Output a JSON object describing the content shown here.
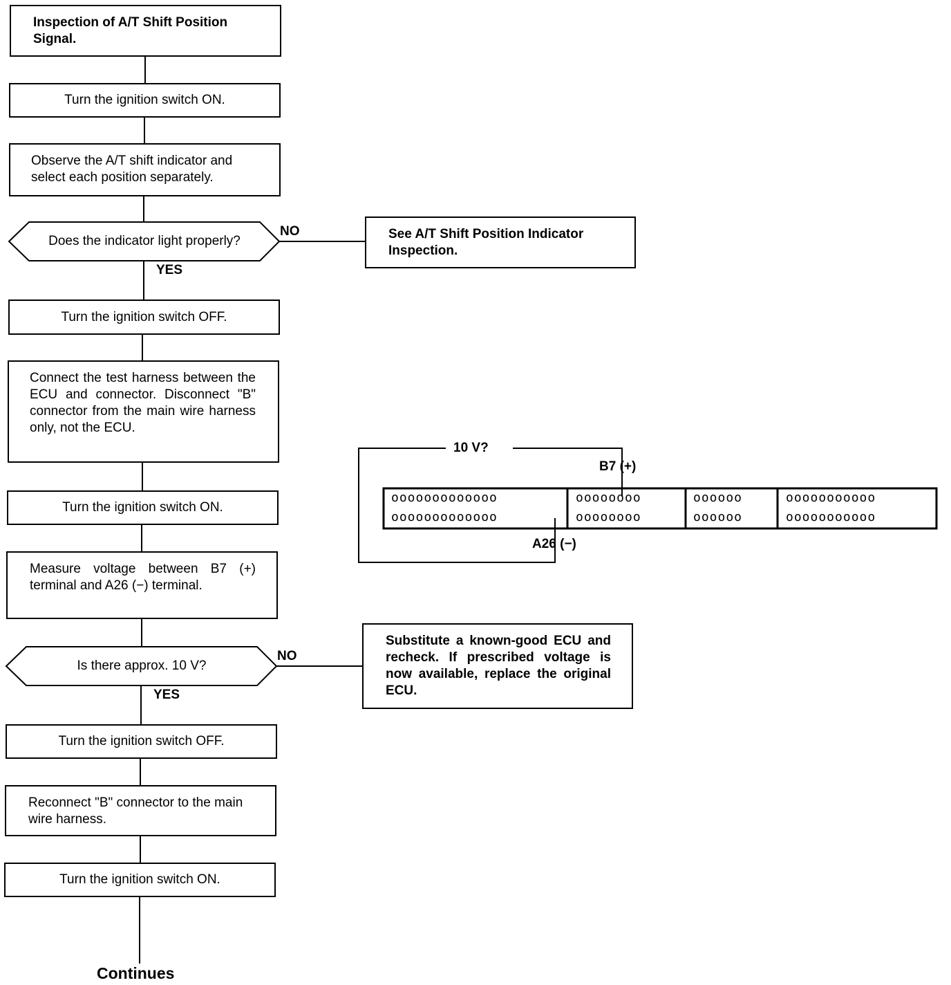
{
  "steps": {
    "s1": "Inspection of A/T Shift Position Signal.",
    "s2": "Turn the ignition switch ON.",
    "s3": "Observe the A/T shift indicator and select each position separately.",
    "d1": "Does the indicator light properly?",
    "no1_box": "See A/T Shift Position Indicator Inspection.",
    "s4": "Turn the ignition switch OFF.",
    "s5": "Connect the test harness between the ECU and connector. Disconnect \"B\" connector from the main wire harness only, not the ECU.",
    "s6": "Turn the ignition switch ON.",
    "s7": "Measure voltage between B7 (+) terminal and A26 (−) terminal.",
    "d2": "Is there approx. 10 V?",
    "no2_box": "Substitute a known-good ECU and recheck. If prescribed voltage is now available, replace the original ECU.",
    "s8": "Turn the ignition switch OFF.",
    "s9": "Reconnect \"B\" connector to the main wire harness.",
    "s10": "Turn the ignition switch ON.",
    "continues": "Continues"
  },
  "branch_labels": {
    "no1": "NO",
    "yes1": "YES",
    "no2": "NO",
    "yes2": "YES"
  },
  "connector": {
    "voltage": "10 V?",
    "b7": "B7 (+)",
    "a26": "A26 (−)",
    "sections": [
      {
        "top": "ooooooooooooo",
        "bottom": "ooooooooooooo"
      },
      {
        "top": "oooooooo",
        "bottom": "oooooooo"
      },
      {
        "top": "oooooo",
        "bottom": "oooooo"
      },
      {
        "top": "ooooooooooo",
        "bottom": "ooooooooooo"
      }
    ]
  }
}
